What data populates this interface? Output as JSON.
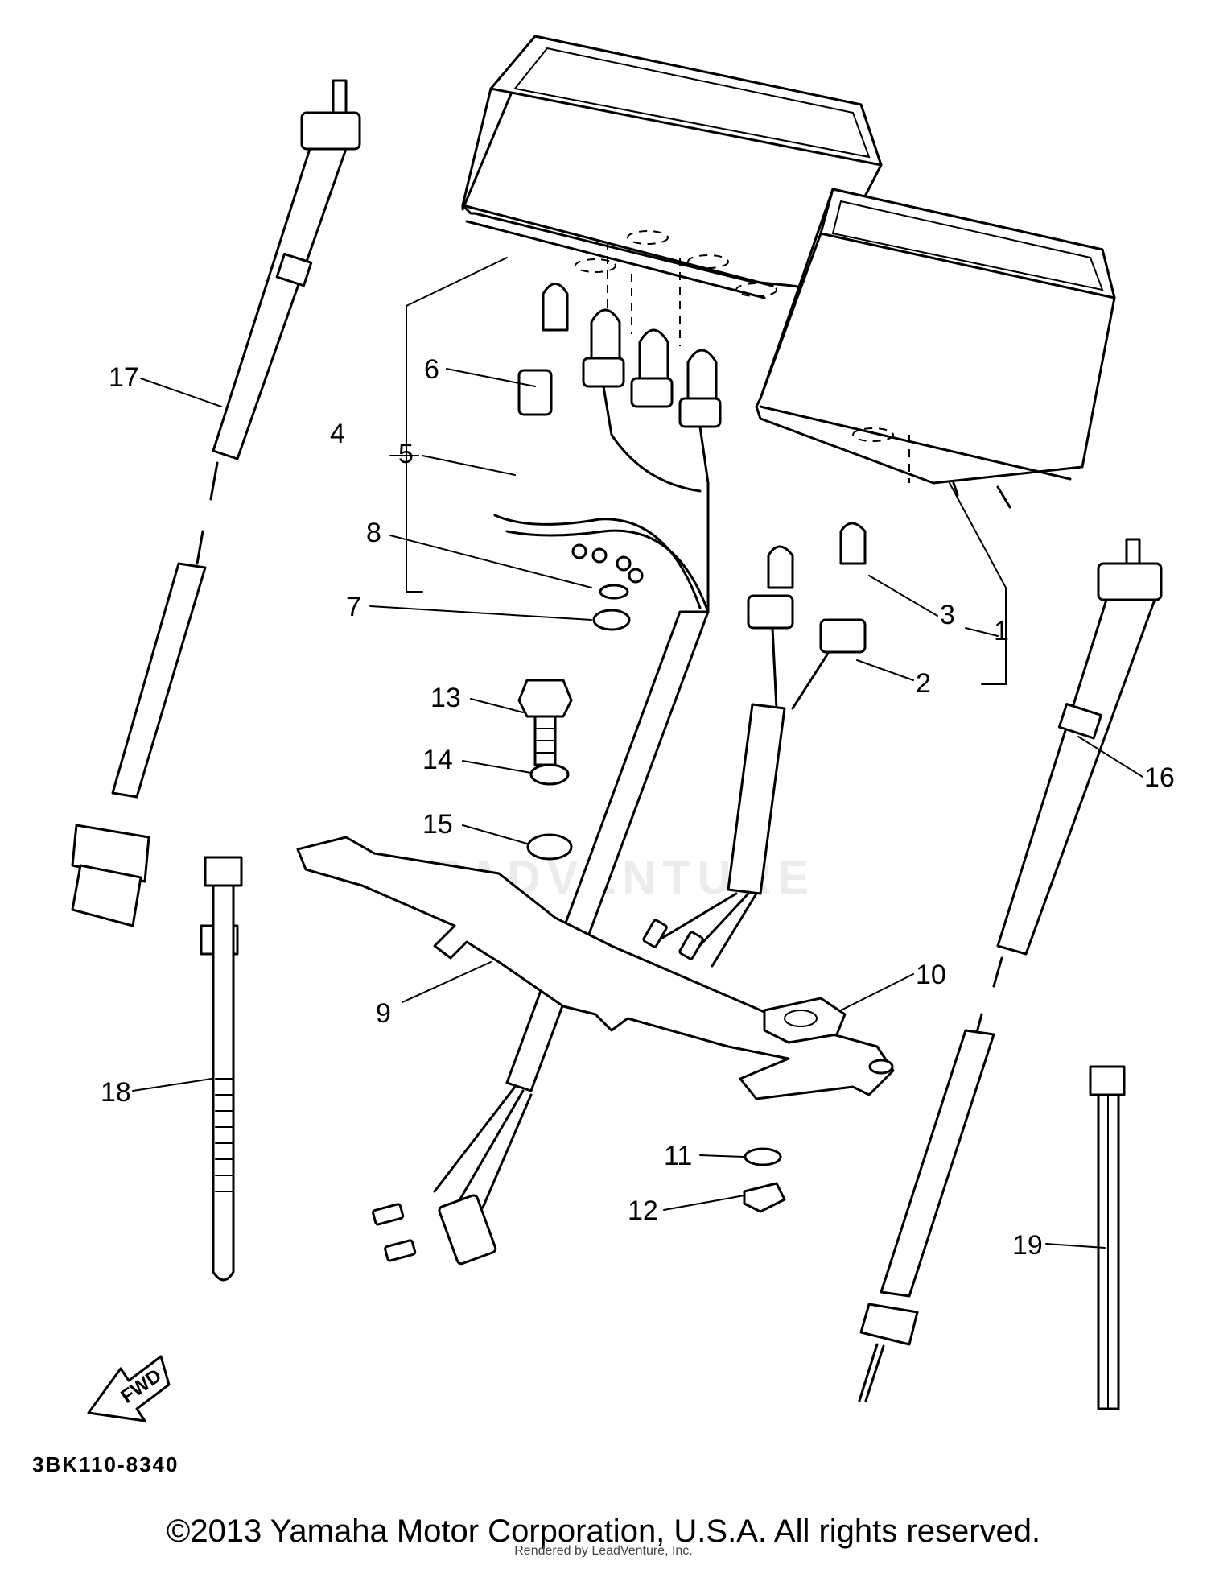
{
  "diagram": {
    "part_callouts": [
      "1",
      "2",
      "3",
      "4",
      "5",
      "6",
      "7",
      "8",
      "9",
      "10",
      "11",
      "12",
      "13",
      "14",
      "15",
      "16",
      "17",
      "18",
      "19"
    ],
    "diagram_code": "3BK110-8340",
    "fwd_label": "FWD",
    "watermark": "LEADVENTURE"
  },
  "footer": {
    "copyright": "©2013 Yamaha Motor Corporation, U.S.A. All rights reserved.",
    "rendered_by": "Rendered by LeadVenture, Inc."
  }
}
